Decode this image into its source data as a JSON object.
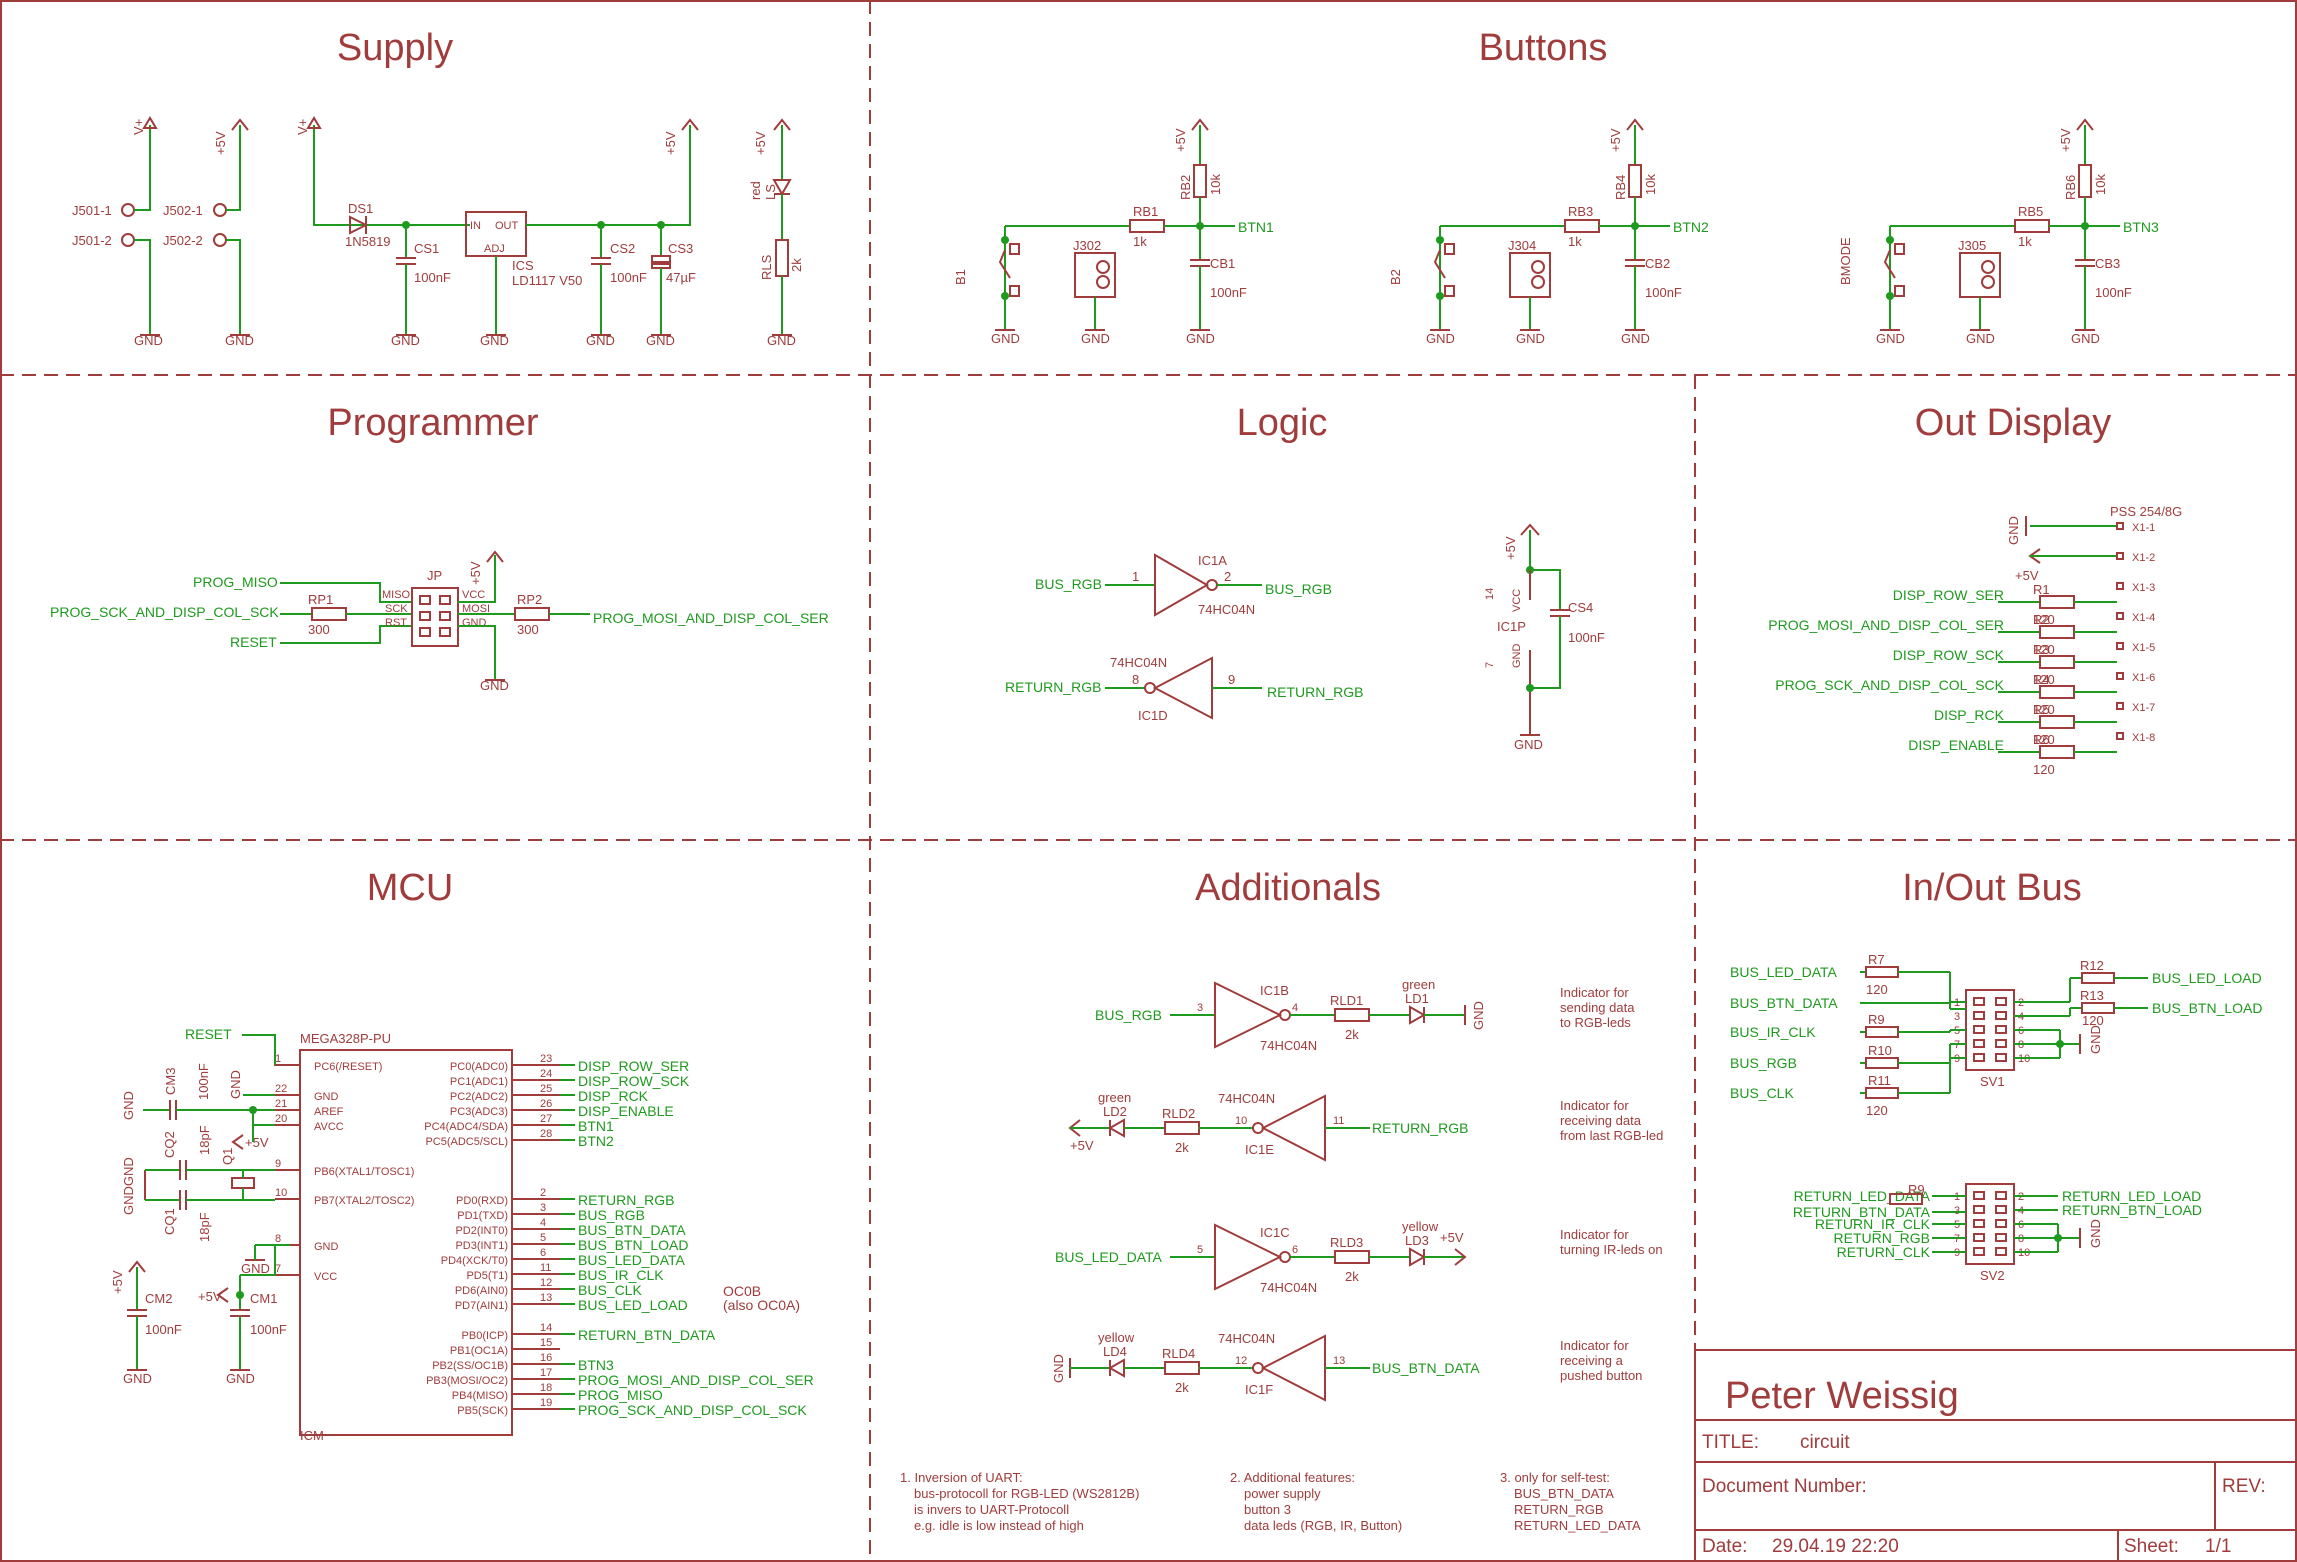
{
  "sections": {
    "supply": "Supply",
    "buttons": "Buttons",
    "programmer": "Programmer",
    "logic": "Logic",
    "out_display": "Out Display",
    "mcu": "MCU",
    "additionals": "Additionals",
    "inout_bus": "In/Out Bus"
  },
  "colors": {
    "line": "#a03c3c",
    "wire": "#1e9a1e",
    "frame": "#a03c3c"
  },
  "supply": {
    "conn": [
      "J501-1",
      "J501-2",
      "J502-1",
      "J502-2"
    ],
    "vplus": "V+",
    "p5v": "+5V",
    "gnd": "GND",
    "ds1": "DS1",
    "ds1_val": "1N5819",
    "cs1": "CS1",
    "cs1_val": "100nF",
    "ics": "ICS",
    "ics_val": "LD1117 V50",
    "ic_in": "IN",
    "ic_out": "OUT",
    "ic_adj": "ADJ",
    "cs2": "CS2",
    "cs2_val": "100nF",
    "cs3": "CS3",
    "cs3_val": "47µF",
    "ls": "LS",
    "ls_col": "red",
    "rls": "RLS",
    "rls_val": "2k"
  },
  "buttons": {
    "groups": [
      {
        "btn": "B1",
        "jp": "J302",
        "rb": "RB1",
        "rb_val": "1k",
        "rpu": "RB2",
        "rpu_val": "10k",
        "cb": "CB1",
        "cb_val": "100nF",
        "net": "BTN1"
      },
      {
        "btn": "B2",
        "jp": "J304",
        "rb": "RB3",
        "rb_val": "1k",
        "rpu": "RB4",
        "rpu_val": "10k",
        "cb": "CB2",
        "cb_val": "100nF",
        "net": "BTN2"
      },
      {
        "btn": "BMODE",
        "jp": "J305",
        "rb": "RB5",
        "rb_val": "1k",
        "rpu": "RB6",
        "rpu_val": "10k",
        "cb": "CB3",
        "cb_val": "100nF",
        "net": "BTN3"
      }
    ]
  },
  "programmer": {
    "jp": "JP",
    "pins_l": [
      "MISO",
      "SCK",
      "RST"
    ],
    "pins_r": [
      "VCC",
      "MOSI",
      "GND"
    ],
    "nets": [
      "PROG_MISO",
      "PROG_SCK_AND_DISP_COL_SCK",
      "RESET",
      "PROG_MOSI_AND_DISP_COL_SER"
    ],
    "rp1": "RP1",
    "rp1_val": "300",
    "rp2": "RP2",
    "rp2_val": "300"
  },
  "logic": {
    "ic1a": "IC1A",
    "ic1d": "IC1D",
    "part": "74HC04N",
    "bus_rgb": "BUS_RGB",
    "return_rgb": "RETURN_RGB",
    "pin1": "1",
    "pin2": "2",
    "pin8": "8",
    "pin9": "9",
    "ic1p": "IC1P",
    "vcc": "VCC",
    "gnd_pin": "GND",
    "p14": "14",
    "p7": "7",
    "cs4": "CS4",
    "cs4_val": "100nF"
  },
  "out_display": {
    "conn": "PSS 254/8G",
    "pins": [
      "X1-1",
      "X1-2",
      "X1-3",
      "X1-4",
      "X1-5",
      "X1-6",
      "X1-7",
      "X1-8"
    ],
    "nets": [
      "DISP_ROW_SER",
      "PROG_MOSI_AND_DISP_COL_SER",
      "DISP_ROW_SCK",
      "PROG_SCK_AND_DISP_COL_SCK",
      "DISP_RCK",
      "DISP_ENABLE"
    ],
    "r_labels": [
      "R1",
      "R2",
      "R3",
      "R4",
      "R5",
      "R6"
    ],
    "r_val": "120"
  },
  "mcu": {
    "part": "MEGA328P-PU",
    "ref": "ICM",
    "reset_net": "RESET",
    "left_pins": [
      {
        "n": "1",
        "name": "PC6(/RESET)"
      },
      {
        "n": "22",
        "name": "GND"
      },
      {
        "n": "21",
        "name": "AREF"
      },
      {
        "n": "20",
        "name": "AVCC"
      },
      {
        "n": "9",
        "name": "PB6(XTAL1/TOSC1)"
      },
      {
        "n": "10",
        "name": "PB7(XTAL2/TOSC2)"
      },
      {
        "n": "8",
        "name": "GND"
      },
      {
        "n": "7",
        "name": "VCC"
      }
    ],
    "right_pins": [
      {
        "n": "23",
        "name": "PC0(ADC0)",
        "net": "DISP_ROW_SER"
      },
      {
        "n": "24",
        "name": "PC1(ADC1)",
        "net": "DISP_ROW_SCK"
      },
      {
        "n": "25",
        "name": "PC2(ADC2)",
        "net": "DISP_RCK"
      },
      {
        "n": "26",
        "name": "PC3(ADC3)",
        "net": "DISP_ENABLE"
      },
      {
        "n": "27",
        "name": "PC4(ADC4/SDA)",
        "net": "BTN1"
      },
      {
        "n": "28",
        "name": "PC5(ADC5/SCL)",
        "net": "BTN2"
      },
      {
        "n": "2",
        "name": "PD0(RXD)",
        "net": "RETURN_RGB"
      },
      {
        "n": "3",
        "name": "PD1(TXD)",
        "net": "BUS_RGB"
      },
      {
        "n": "4",
        "name": "PD2(INT0)",
        "net": "BUS_BTN_DATA"
      },
      {
        "n": "5",
        "name": "PD3(INT1)",
        "net": "BUS_BTN_LOAD"
      },
      {
        "n": "6",
        "name": "PD4(XCK/T0)",
        "net": "BUS_LED_DATA"
      },
      {
        "n": "11",
        "name": "PD5(T1)",
        "net": "BUS_IR_CLK"
      },
      {
        "n": "12",
        "name": "PD6(AIN0)",
        "net": "BUS_CLK"
      },
      {
        "n": "13",
        "name": "PD7(AIN1)",
        "net": "BUS_LED_LOAD"
      },
      {
        "n": "14",
        "name": "PB0(ICP)",
        "net": "RETURN_BTN_DATA"
      },
      {
        "n": "15",
        "name": "PB1(OC1A)",
        "net": ""
      },
      {
        "n": "16",
        "name": "PB2(SS/OC1B)",
        "net": "BTN3"
      },
      {
        "n": "17",
        "name": "PB3(MOSI/OC2)",
        "net": "PROG_MOSI_AND_DISP_COL_SER"
      },
      {
        "n": "18",
        "name": "PB4(MISO)",
        "net": "PROG_MISO"
      },
      {
        "n": "19",
        "name": "PB5(SCK)",
        "net": "PROG_SCK_AND_DISP_COL_SCK"
      }
    ],
    "oc0b": "OC0B",
    "oc0a": "(also OC0A)",
    "cm3": "CM3",
    "cm3_val": "100nF",
    "cq2": "CQ2",
    "cq_val": "18pF",
    "cq1": "CQ1",
    "q1": "Q1",
    "cm2": "CM2",
    "cm1": "CM1",
    "cm_val": "100nF",
    "p5v": "+5V",
    "gnd": "GND",
    "gndgnd": "GNDGND"
  },
  "additionals": {
    "rows": [
      {
        "in": "BUS_RGB",
        "ic": "IC1B",
        "pin_in": "3",
        "pin_out": "4",
        "r": "RLD1",
        "r_val": "2k",
        "led": "LD1",
        "led_col": "green",
        "end": "GND",
        "note": [
          "Indicator for",
          "sending data",
          "to RGB-leds"
        ]
      },
      {
        "in": "RETURN_RGB",
        "ic": "IC1E",
        "pin_in": "11",
        "pin_out": "10",
        "r": "RLD2",
        "r_val": "2k",
        "led": "LD2",
        "led_col": "green",
        "end": "+5V",
        "note": [
          "Indicator for",
          "receiving data",
          "from last RGB-led"
        ]
      },
      {
        "in": "BUS_LED_DATA",
        "ic": "IC1C",
        "pin_in": "5",
        "pin_out": "6",
        "r": "RLD3",
        "r_val": "2k",
        "led": "LD3",
        "led_col": "yellow",
        "end": "+5V",
        "note": [
          "Indicator for",
          "turning IR-leds on"
        ]
      },
      {
        "in": "BUS_BTN_DATA",
        "ic": "IC1F",
        "pin_in": "13",
        "pin_out": "12",
        "r": "RLD4",
        "r_val": "2k",
        "led": "LD4",
        "led_col": "yellow",
        "end": "GND",
        "note": [
          "Indicator for",
          "receiving a",
          "pushed button"
        ]
      }
    ],
    "part": "74HC04N",
    "footnotes": [
      [
        "1. Inversion of UART:",
        "bus-protocoll for RGB-LED (WS2812B)",
        "is invers to UART-Protocoll",
        "e.g. idle is low instead of high"
      ],
      [
        "2. Additional features:",
        "power supply",
        "button 3",
        "data leds (RGB, IR, Button)"
      ],
      [
        "3. only for self-test:",
        "BUS_BTN_DATA",
        "RETURN_RGB",
        "RETURN_LED_DATA"
      ]
    ]
  },
  "inout_bus": {
    "sv1": "SV1",
    "sv2": "SV2",
    "sv1_left": [
      "BUS_LED_DATA",
      "BUS_BTN_DATA",
      "BUS_IR_CLK",
      "BUS_RGB",
      "BUS_CLK"
    ],
    "sv1_right": [
      "BUS_LED_LOAD",
      "BUS_BTN_LOAD"
    ],
    "sv1_res": [
      "R7",
      "R8",
      "R9",
      "R10",
      "R11",
      "R12",
      "R13"
    ],
    "r_val": "120",
    "sv2_left": [
      "RETURN_LED_DATA",
      "RETURN_BTN_DATA",
      "RETURN_IR_CLK",
      "RETURN_RGB",
      "RETURN_CLK"
    ],
    "sv2_right": [
      "RETURN_LED_LOAD",
      "RETURN_BTN_LOAD"
    ],
    "pins_odd": [
      "1",
      "3",
      "5",
      "7",
      "9"
    ],
    "pins_even": [
      "2",
      "4",
      "6",
      "8",
      "10"
    ],
    "gnd": "GND"
  },
  "title_block": {
    "author": "Peter Weissig",
    "title_label": "TITLE:",
    "title": "circuit",
    "docnum_label": "Document Number:",
    "rev_label": "REV:",
    "date_label": "Date:",
    "date": "29.04.19 22:20",
    "sheet_label": "Sheet:",
    "sheet": "1/1"
  }
}
